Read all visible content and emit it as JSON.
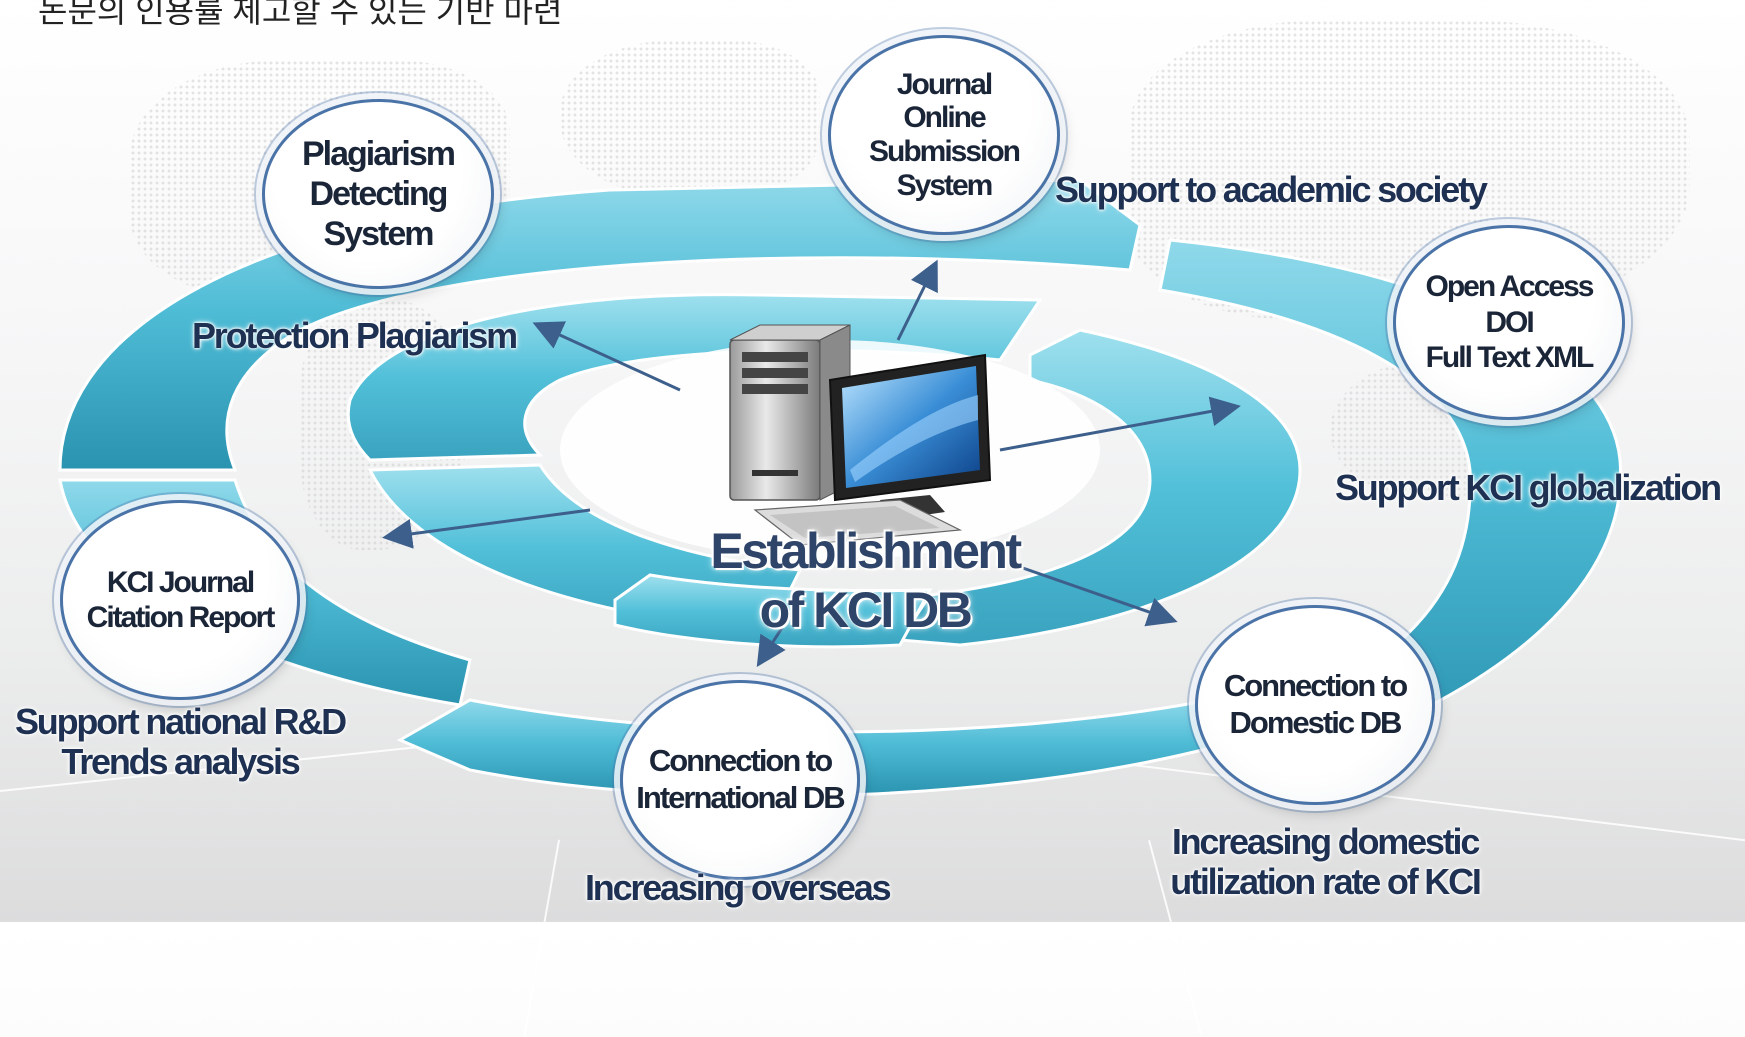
{
  "header": {
    "korean_title": "논문의 인용률 제고할 수 있는 기반 마련"
  },
  "center": {
    "title_line1": "Establishment",
    "title_line2": "of KCI DB"
  },
  "nodes": {
    "plagiarism": "Plagiarism\nDetecting\nSystem",
    "journal_online": "Journal\nOnline\nSubmission\nSystem",
    "open_access": "Open Access\nDOI\nFull Text XML",
    "citation_report": "KCI Journal\nCitation Report",
    "international_db": "Connection to\nInternational  DB",
    "domestic_db": "Connection to\nDomestic  DB"
  },
  "labels": {
    "protection_plagiarism": "Protection Plagiarism",
    "support_academic": "Support to academic society",
    "support_globalization": "Support KCI globalization",
    "support_rnd_line1": "Support national R&D",
    "support_rnd_line2": "Trends analysis",
    "increasing_overseas": "Increasing overseas",
    "increasing_domestic_line1": "Increasing domestic",
    "increasing_domestic_line2": "utilization rate of KCI"
  },
  "colors": {
    "ring_fill": "#4fbcd6",
    "ring_light": "#8fd9ea",
    "ring_dark": "#2a93b0",
    "arrow": "#3d5f8c",
    "circle_border": "#4a73a8",
    "label_text": "#1f3152"
  }
}
